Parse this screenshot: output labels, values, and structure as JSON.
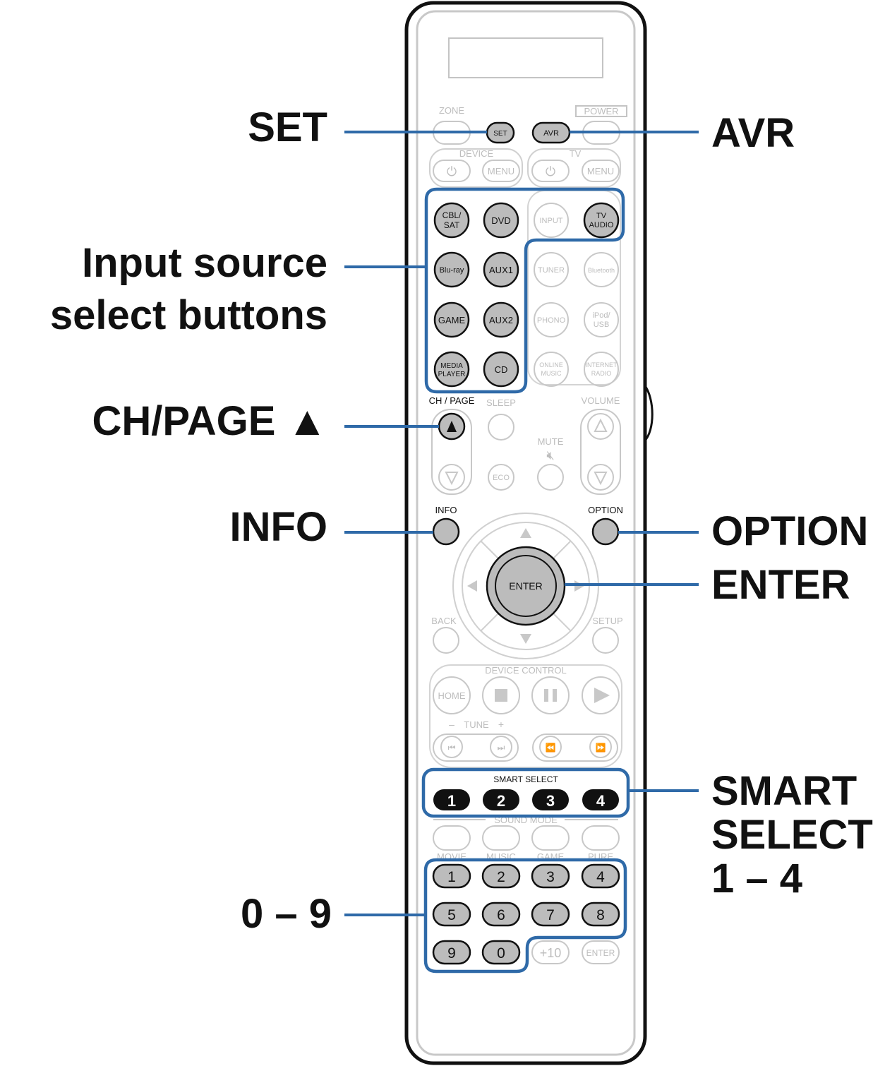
{
  "callouts": {
    "set": "SET",
    "avr": "AVR",
    "input_source_line1": "Input source",
    "input_source_line2": "select buttons",
    "ch_page": "CH/PAGE ▲",
    "info": "INFO",
    "option": "OPTION",
    "enter": "ENTER",
    "smart_select_line1": "SMART",
    "smart_select_line2": "SELECT",
    "smart_select_line3": "1 – 4",
    "digits": "0 – 9"
  },
  "remote": {
    "zone": "ZONE",
    "power": "POWER",
    "set_btn": "SET",
    "avr_btn": "AVR",
    "device": "DEVICE",
    "tv": "TV",
    "menu": "MENU",
    "power_symbol": "⏻",
    "sources": {
      "cbl_sat_1": "CBL/",
      "cbl_sat_2": "SAT",
      "dvd": "DVD",
      "input": "INPUT",
      "tv_audio_1": "TV",
      "tv_audio_2": "AUDIO",
      "bluray": "Blu-ray",
      "aux1": "AUX1",
      "tuner": "TUNER",
      "bluetooth": "Bluetooth",
      "game": "GAME",
      "aux2": "AUX2",
      "phono": "PHONO",
      "ipod_1": "iPod/",
      "ipod_2": "USB",
      "media_1": "MEDIA",
      "media_2": "PLAYER",
      "cd": "CD",
      "online_1": "ONLINE",
      "online_2": "MUSIC",
      "internet_1": "INTERNET",
      "internet_2": "RADIO"
    },
    "ch_page": "CH / PAGE",
    "sleep": "SLEEP",
    "volume": "VOLUME",
    "mute": "MUTE",
    "eco": "ECO",
    "info": "INFO",
    "option": "OPTION",
    "enter": "ENTER",
    "back": "BACK",
    "setup": "SETUP",
    "device_control": "DEVICE CONTROL",
    "home": "HOME",
    "tune": "TUNE",
    "tune_minus": "–",
    "tune_plus": "+",
    "smart_select": "SMART SELECT",
    "smart_buttons": [
      "1",
      "2",
      "3",
      "4"
    ],
    "sound_mode": "SOUND MODE",
    "sound_modes": [
      "MOVIE",
      "MUSIC",
      "GAME",
      "PURE"
    ],
    "digits": [
      "1",
      "2",
      "3",
      "4",
      "5",
      "6",
      "7",
      "8",
      "9",
      "0"
    ],
    "plus10": "+10",
    "enter_small": "ENTER"
  },
  "colors": {
    "highlight": "#2f6aa8",
    "faded": "#bdbdbd",
    "active_fill": "#bcbcbc",
    "outline": "#111111"
  }
}
